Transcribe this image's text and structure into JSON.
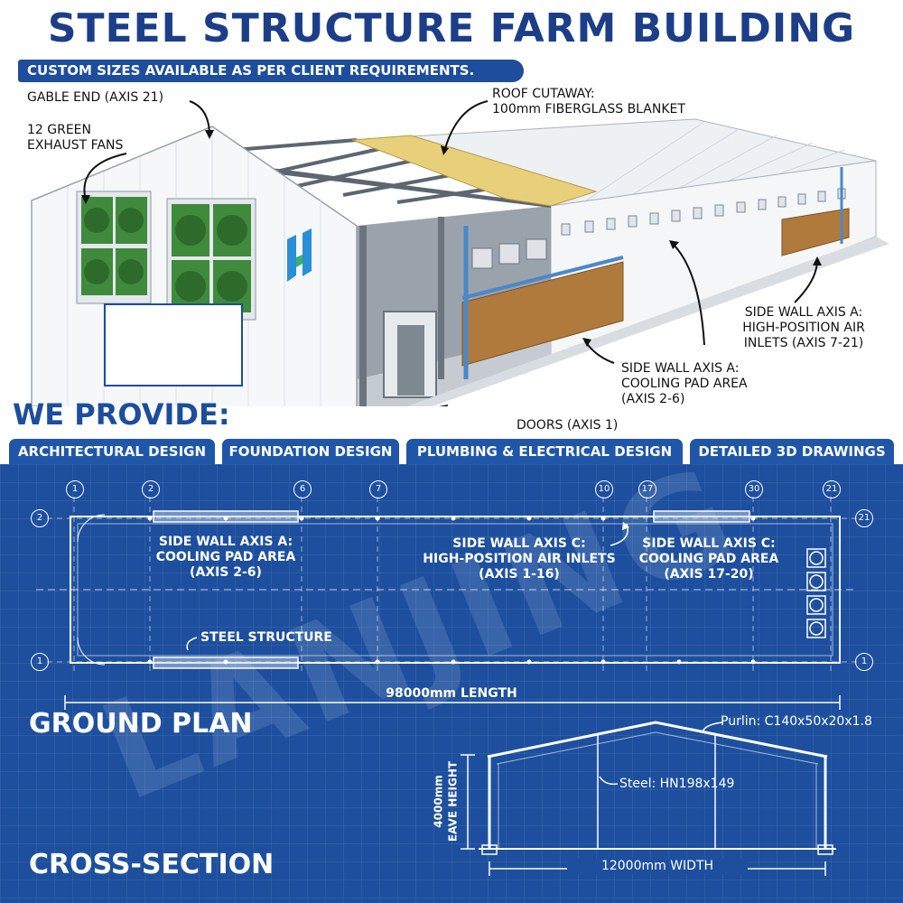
{
  "title": "STEEL STRUCTURE FARM BUILDING",
  "subtitle": "CUSTOM SIZES AVAILABLE AS PER CLIENT REQUIREMENTS.",
  "callouts": {
    "gable_end": "GABLE END (AXIS 21)",
    "fans_1": "12 GREEN",
    "fans_2": "EXHAUST FANS",
    "roof_1": "ROOF CUTAWAY:",
    "roof_2": "100mm FIBERGLASS BLANKET",
    "inlets_1": "SIDE WALL AXIS A:",
    "inlets_2": "HIGH-POSITION AIR",
    "inlets_3": "INLETS (AXIS 7-21)",
    "pad_1": "SIDE WALL AXIS A:",
    "pad_2": "COOLING PAD AREA",
    "pad_3": "(AXIS 2-6)",
    "doors": "DOORS (AXIS 1)"
  },
  "we_provide": {
    "heading": "WE PROVIDE:",
    "tabs": [
      "ARCHITECTURAL DESIGN",
      "FOUNDATION DESIGN",
      "PLUMBING & ELECTRICAL DESIGN",
      "DETAILED 3D DRAWINGS"
    ]
  },
  "ground_plan": {
    "heading": "GROUND PLAN",
    "axis_numbers_top": [
      "1",
      "2",
      "6",
      "7",
      "10",
      "17",
      "30",
      "21"
    ],
    "axis_letters_left": [
      "2",
      "1"
    ],
    "axis_letters_right": [
      "21",
      "1"
    ],
    "pad_a_1": "SIDE WALL AXIS A:",
    "pad_a_2": "COOLING PAD AREA",
    "pad_a_3": "(AXIS 2-6)",
    "inlet_c_1": "SIDE WALL AXIS C:",
    "inlet_c_2": "HIGH-POSITION AIR INLETS",
    "inlet_c_3": "(AXIS 1-16)",
    "pad_c_1": "SIDE WALL AXIS C:",
    "pad_c_2": "COOLING PAD AREA",
    "pad_c_3": "(AXIS 17-20)",
    "steel": "STEEL STRUCTURE",
    "length": "98000mm LENGTH"
  },
  "cross_section": {
    "heading": "CROSS-SECTION",
    "purlin": "Purlin: C140x50x20x1.8",
    "steel": "Steel: HN198x149",
    "eave_1": "4000mm",
    "eave_2": "EAVE HEIGHT",
    "width": "12000mm WIDTH"
  },
  "watermark": "LANJING",
  "colors": {
    "title": "#1c3e88",
    "ribbon": "#1d4d9c",
    "blueprint": "#1d4f9e",
    "fan_green": "#3f8a3c",
    "cooling_pad": "#b07a3c",
    "insulation": "#e8cf7a"
  }
}
